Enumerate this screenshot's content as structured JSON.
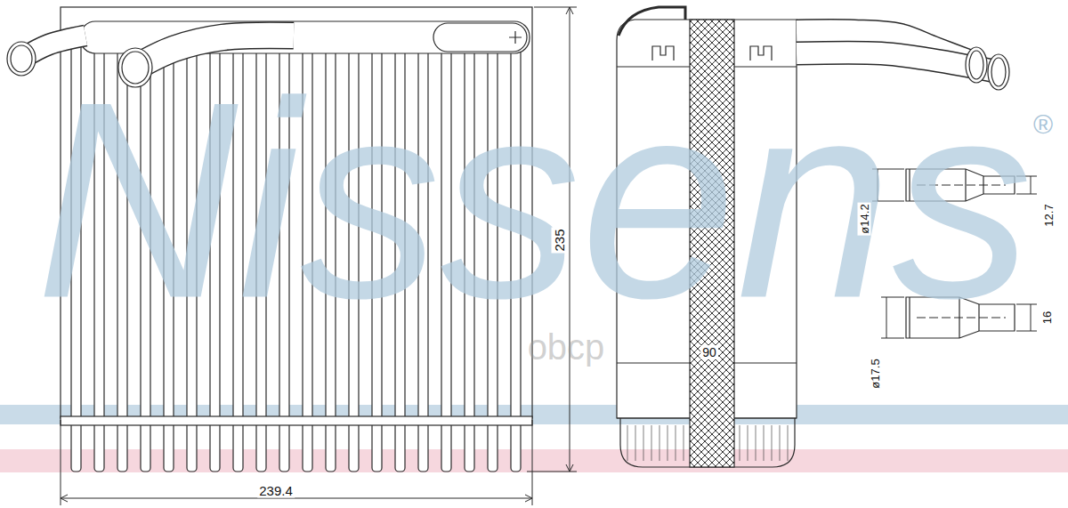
{
  "diagram": {
    "labels": [
      "Nissens",
      "®",
      "235",
      "239.4",
      "90",
      "ø14.2",
      "12.7",
      "ø17.5",
      "16",
      "obcp"
    ]
  }
}
